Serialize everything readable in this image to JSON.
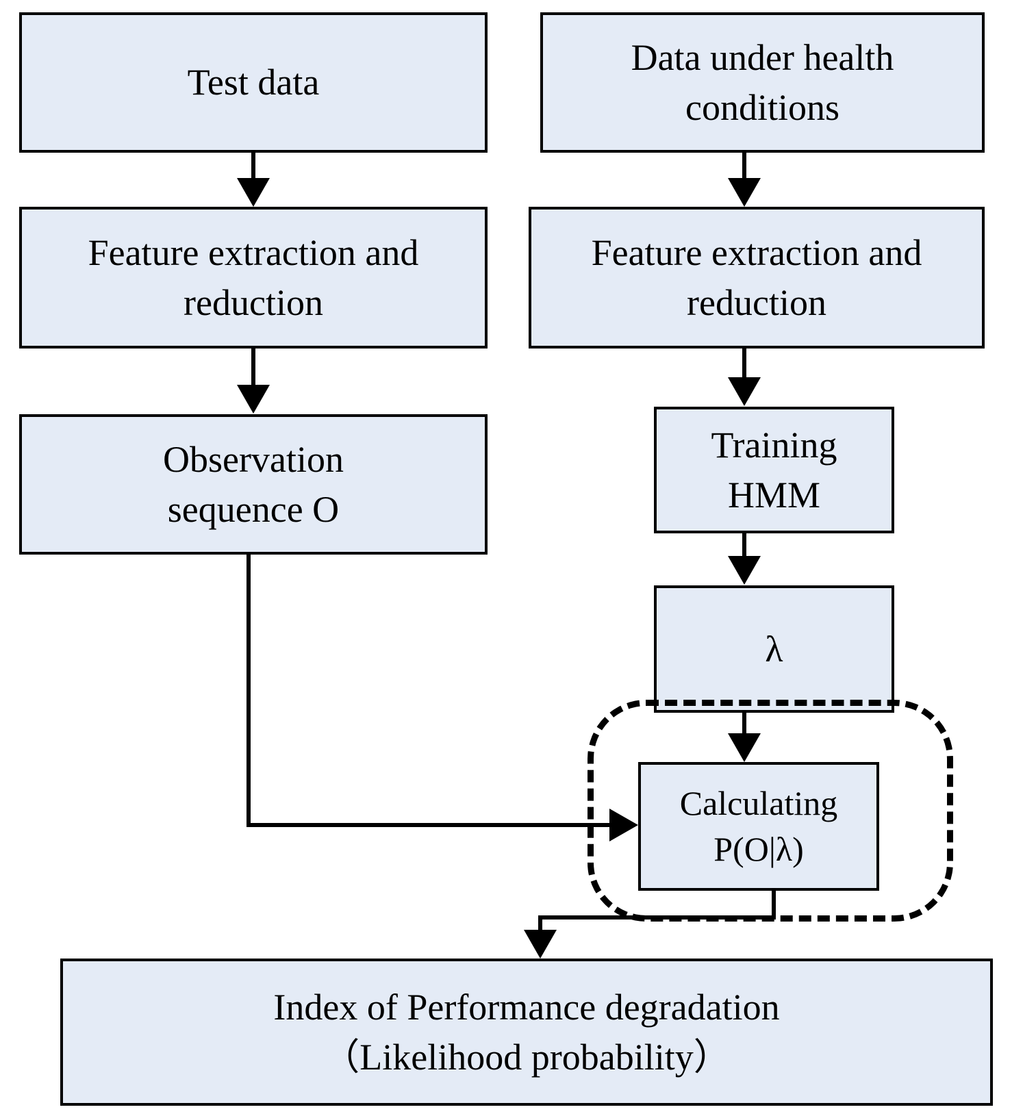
{
  "diagram": {
    "title": "HMM-based performance degradation assessment flowchart",
    "style": {
      "node_fill": "#e4ebf6",
      "node_stroke": "#000000",
      "background": "#ffffff",
      "group_stroke": "#000000",
      "group_style": "dashed rounded rectangle"
    },
    "nodes": [
      {
        "id": "test-data",
        "lines": [
          "Test data"
        ]
      },
      {
        "id": "health-data",
        "lines": [
          "Data under health",
          "conditions"
        ]
      },
      {
        "id": "feat-left",
        "lines": [
          "Feature extraction and",
          "reduction"
        ]
      },
      {
        "id": "feat-right",
        "lines": [
          "Feature extraction and",
          "reduction"
        ]
      },
      {
        "id": "observation",
        "lines": [
          "Observation",
          "sequence O"
        ]
      },
      {
        "id": "training",
        "lines": [
          "Training",
          "HMM"
        ]
      },
      {
        "id": "lambda",
        "lines": [
          "λ"
        ]
      },
      {
        "id": "calculating",
        "lines": [
          "Calculating",
          "P(O|λ)"
        ]
      },
      {
        "id": "index",
        "lines": [
          "Index of Performance degradation",
          "（Likelihood probability）"
        ]
      }
    ],
    "edges": [
      {
        "from": "test-data",
        "to": "feat-left",
        "kind": "arrow-down"
      },
      {
        "from": "feat-left",
        "to": "observation",
        "kind": "arrow-down"
      },
      {
        "from": "health-data",
        "to": "feat-right",
        "kind": "arrow-down"
      },
      {
        "from": "feat-right",
        "to": "training",
        "kind": "arrow-down"
      },
      {
        "from": "training",
        "to": "lambda",
        "kind": "arrow-down"
      },
      {
        "from": "lambda",
        "to": "calculating",
        "kind": "arrow-down"
      },
      {
        "from": "observation",
        "to": "calculating",
        "kind": "elbow-arrow-right"
      },
      {
        "from": "calculating",
        "to": "index",
        "kind": "elbow-arrow-down"
      }
    ],
    "groups": [
      {
        "id": "likelihood-group",
        "contains": [
          "calculating"
        ],
        "style": "dashed"
      }
    ]
  }
}
